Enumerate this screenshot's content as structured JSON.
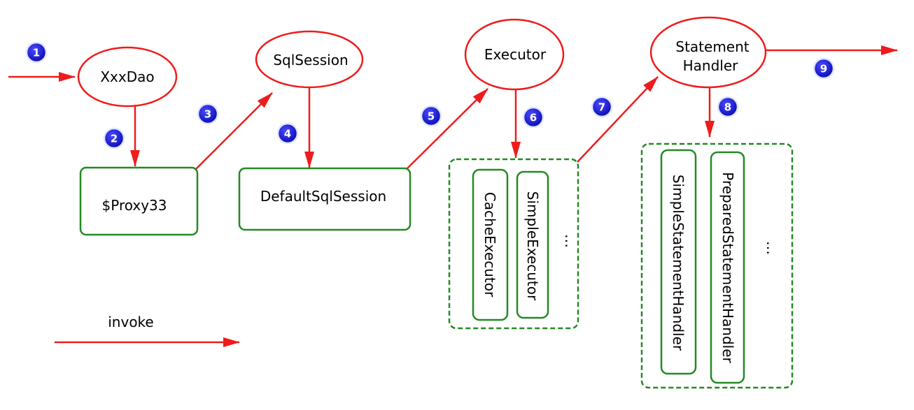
{
  "nodes": {
    "xxxdao": "XxxDao",
    "sqlsession": "SqlSession",
    "executor": "Executor",
    "statement_handler": [
      "Statement",
      "Handler"
    ],
    "proxy": "$Proxy33",
    "default_sql_session": "DefaultSqlSession"
  },
  "executor_impls": [
    "CacheExecutor",
    "SimpleExecutor"
  ],
  "handler_impls": [
    "SimpleStatementHandler",
    "PreparedStatementHandler"
  ],
  "ellipsis": "…",
  "steps": [
    "1",
    "2",
    "3",
    "4",
    "5",
    "6",
    "7",
    "8",
    "9"
  ],
  "legend": {
    "label": "invoke"
  },
  "colors": {
    "arrow": "#ee1c1c",
    "ellipse_stroke": "#ee1c1c",
    "box_stroke": "#238a23",
    "badge_fill": "#1515d6"
  }
}
